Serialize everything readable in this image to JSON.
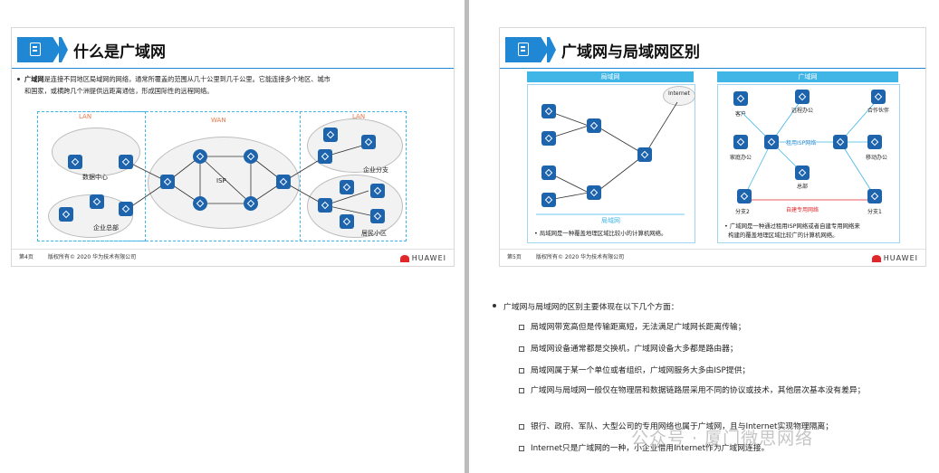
{
  "left_slide": {
    "title": "什么是广域网",
    "bullet_term": "广域网",
    "bullet_text_l1": "是连接不同地区局域网的网络，通常所覆盖的范围从几十公里到几千公里。它能连接多个地区、城市",
    "bullet_text_l2": "和国家，或横跨几个洲提供远距离通信，形成国际性的远程网络。",
    "diagram": {
      "lan_left": "LAN",
      "wan": "WAN",
      "lan_right": "LAN",
      "data_center": "数据中心",
      "isp": "ISP",
      "branch": "企业分支",
      "hq": "企业总部",
      "residential": "居民小区"
    },
    "page": "第4页",
    "copyright": "版权所有© 2020 华为技术有限公司",
    "brand": "HUAWEI"
  },
  "right_slide": {
    "title": "广域网与局域网区别",
    "lan_head": "局域网",
    "wan_head": "广域网",
    "internet": "Internet",
    "lan_caption": "局域网",
    "lan_note": "局域网是一种覆盖地理区域比较小的计算机网络。",
    "wan_labels": {
      "customer": "客户",
      "remote_office": "远程办公",
      "partner": "合作伙伴",
      "home_office": "家庭办公",
      "leased_isp": "租用ISP网络",
      "mobile_office": "移动办公",
      "hq": "总部",
      "own_line": "自建专用网络",
      "branch2": "分支2",
      "branch1": "分支1"
    },
    "wan_note_l1": "广域网是一种通过租用ISP网络或者自建专用网络来",
    "wan_note_l2": "构建的覆盖地理区域比较广的计算机网络。",
    "page": "第5页",
    "copyright": "版权所有© 2020 华为技术有限公司",
    "brand": "HUAWEI"
  },
  "notes": {
    "main": "广域网与局域网的区别主要体现在以下几个方面：",
    "items": [
      "局域网带宽高但是传输距离短，无法满足广域网长距离传输；",
      "局域网设备通常都是交换机，广域网设备大多都是路由器；",
      "局域网属于某一个单位或者组织，广域网服务大多由ISP提供；",
      "广域网与局域网一般仅在物理层和数据链路层采用不同的协议或技术，其他层次基本没有差异；",
      "银行、政府、军队、大型公司的专用网络也属于广域网，且与Internet实现物理隔离；",
      "Internet只是广域网的一种，小企业借用Internet作为广域网连接。"
    ]
  },
  "watermark": "公众号 · 厦门微思网络",
  "colors": {
    "accent": "#1f87d3",
    "light_blue": "#3fb6e6",
    "device": "#1d64ad",
    "lan_label": "#e8774a",
    "brand_red": "#e0272a"
  }
}
